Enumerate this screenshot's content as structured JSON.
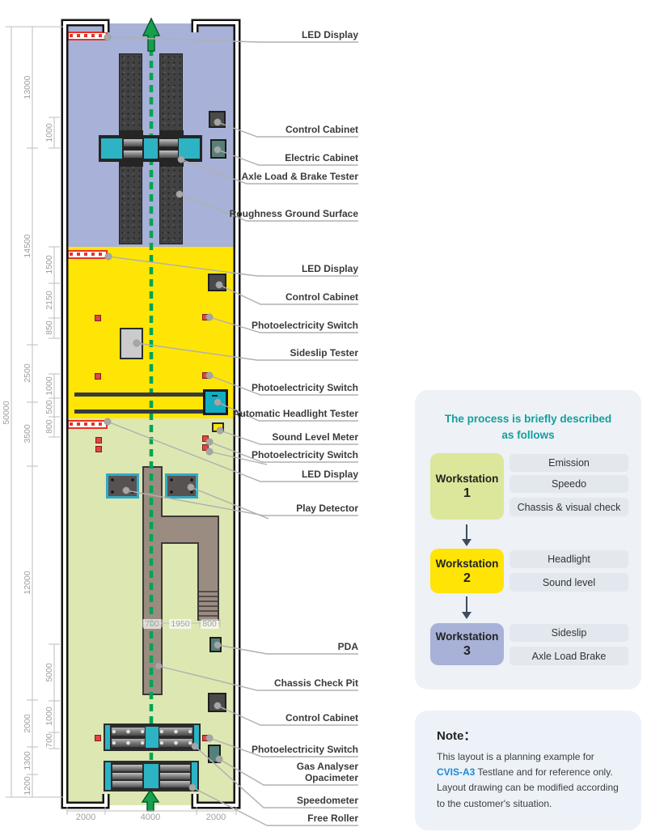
{
  "diagram": {
    "dims": {
      "total": "50000",
      "major": [
        "13000",
        "14500",
        "2500",
        "3500",
        "12000",
        "2000",
        "1300",
        "1200"
      ],
      "minor": [
        "1000",
        "1500",
        "2150",
        "850",
        "1000",
        "500",
        "800",
        "5000",
        "1000",
        "700"
      ],
      "bottom": [
        "2000",
        "4000",
        "2000"
      ],
      "pit": [
        "700",
        "1950",
        "800"
      ]
    },
    "labels": [
      "LED Display",
      "Control Cabinet",
      "Electric Cabinet",
      "Axle Load & Brake Tester",
      "Roughness Ground Surface",
      "LED Display",
      "Control Cabinet",
      "Photoelectricity Switch",
      "Sideslip Tester",
      "Photoelectricity Switch",
      "Automatic Headlight Tester",
      "Sound Level Meter",
      "Photoelectricity Switch",
      "LED Display",
      "Play Detector",
      "PDA",
      "Chassis Check Pit",
      "Control Cabinet",
      "Photoelectricity Switch",
      "Gas Analyser",
      "Opacimeter",
      "Speedometer",
      "Free Roller"
    ],
    "colors": {
      "zone1_blue": "#a8b1d7",
      "zone2_yellow": "#ffe506",
      "zone3_green": "#dde7b2",
      "teal_equipment": "#2cb3c4",
      "pit_brown": "#9b8c81",
      "switch_red": "#e04545",
      "arrow_green": "#16a04c"
    }
  },
  "process": {
    "title1": "The process is briefly described",
    "title2": "as follows",
    "ws": [
      {
        "name": "Workstation",
        "num": "1",
        "items": [
          "Emission",
          "Speedo",
          "Chassis & visual check"
        ]
      },
      {
        "name": "Workstation",
        "num": "2",
        "items": [
          "Headlight",
          "Sound level"
        ]
      },
      {
        "name": "Workstation",
        "num": "3",
        "items": [
          "Sideslip",
          "Axle Load Brake"
        ]
      }
    ],
    "ws_colors": [
      "#dce79b",
      "#ffe406",
      "#a8b1d7"
    ]
  },
  "note": {
    "heading": "Note：",
    "body_before": "This layout is a planning example for ",
    "highlight": "CVIS-A3",
    "body_after": " Testlane and for reference only. Layout drawing can be modified according to the customer's situation."
  }
}
